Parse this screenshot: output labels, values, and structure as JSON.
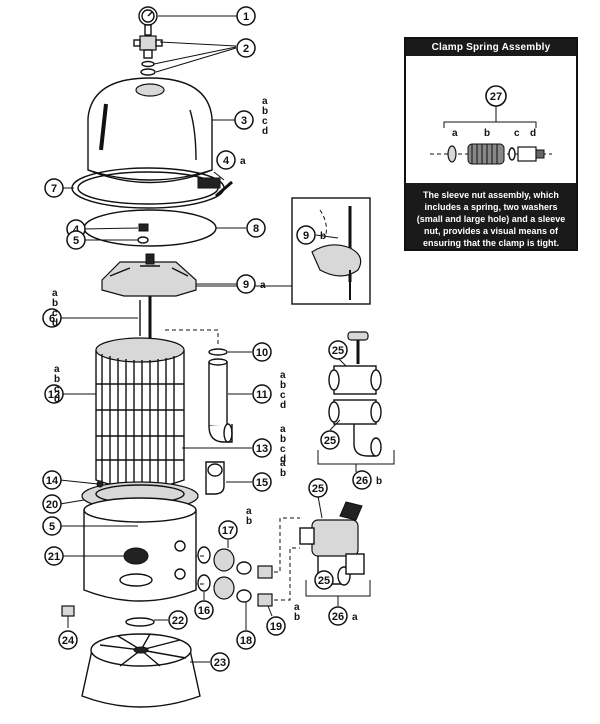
{
  "callouts": [
    {
      "id": "c1",
      "number": "1",
      "variants": ""
    },
    {
      "id": "c2",
      "number": "2",
      "variants": ""
    },
    {
      "id": "c3",
      "number": "3",
      "variants": "a b c d"
    },
    {
      "id": "c4a",
      "number": "4",
      "variants": "a"
    },
    {
      "id": "c7",
      "number": "7",
      "variants": ""
    },
    {
      "id": "c8",
      "number": "8",
      "variants": ""
    },
    {
      "id": "c4",
      "number": "4",
      "variants": ""
    },
    {
      "id": "c5",
      "number": "5",
      "variants": ""
    },
    {
      "id": "c9a",
      "number": "9",
      "variants": "a"
    },
    {
      "id": "c6",
      "number": "6",
      "variants": "a b c d"
    },
    {
      "id": "c10",
      "number": "10",
      "variants": ""
    },
    {
      "id": "c12",
      "number": "12",
      "variants": "a b c d"
    },
    {
      "id": "c11",
      "number": "11",
      "variants": "a b c d"
    },
    {
      "id": "c13",
      "number": "13",
      "variants": "a b c d"
    },
    {
      "id": "c14",
      "number": "14",
      "variants": ""
    },
    {
      "id": "c15",
      "number": "15",
      "variants": "a b"
    },
    {
      "id": "c20",
      "number": "20",
      "variants": ""
    },
    {
      "id": "c5b",
      "number": "5",
      "variants": ""
    },
    {
      "id": "c21",
      "number": "21",
      "variants": ""
    },
    {
      "id": "c17",
      "number": "17",
      "variants": "a b"
    },
    {
      "id": "c16",
      "number": "16",
      "variants": ""
    },
    {
      "id": "c18",
      "number": "18",
      "variants": ""
    },
    {
      "id": "c19",
      "number": "19",
      "variants": "a b"
    },
    {
      "id": "c22",
      "number": "22",
      "variants": ""
    },
    {
      "id": "c24",
      "number": "24",
      "variants": ""
    },
    {
      "id": "c23",
      "number": "23",
      "variants": ""
    },
    {
      "id": "c25a",
      "number": "25",
      "variants": ""
    },
    {
      "id": "c25b",
      "number": "25",
      "variants": ""
    },
    {
      "id": "c26b",
      "number": "26",
      "variants": "b"
    },
    {
      "id": "c25c",
      "number": "25",
      "variants": ""
    },
    {
      "id": "c25d",
      "number": "25",
      "variants": ""
    },
    {
      "id": "c26a",
      "number": "26",
      "variants": "a"
    },
    {
      "id": "c9b",
      "number": "9",
      "variants": "b"
    }
  ],
  "inset": {
    "title": "Clamp Spring Assembly",
    "part_number": "27",
    "part_labels": [
      "a",
      "b",
      "c",
      "d"
    ],
    "caption": "The sleeve nut assembly, which includes a spring, two washers (small and large hole) and a sleeve nut, provides a visual means of ensuring that the clamp is tight."
  }
}
